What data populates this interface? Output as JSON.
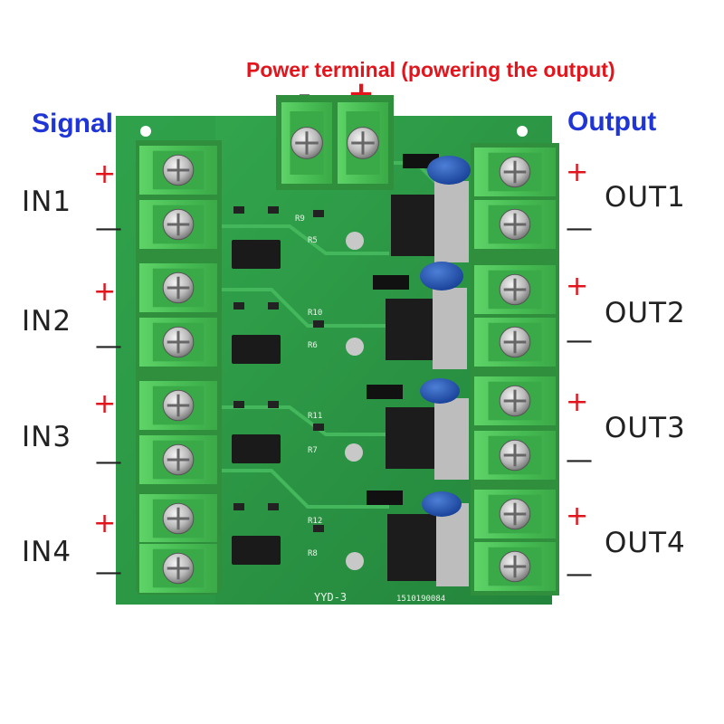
{
  "power_caption": "Power terminal (powering the output)",
  "power_minus": "-",
  "power_plus": "+",
  "signal_label": "Signal",
  "output_label": "Output",
  "inputs": [
    {
      "label": "IN1",
      "plus": "+",
      "minus": "—"
    },
    {
      "label": "IN2",
      "plus": "+",
      "minus": "—"
    },
    {
      "label": "IN3",
      "plus": "+",
      "minus": "—"
    },
    {
      "label": "IN4",
      "plus": "+",
      "minus": "—"
    }
  ],
  "outputs": [
    {
      "label": "OUT1",
      "plus": "+",
      "minus": "—"
    },
    {
      "label": "OUT2",
      "plus": "+",
      "minus": "—"
    },
    {
      "label": "OUT3",
      "plus": "+",
      "minus": "—"
    },
    {
      "label": "OUT4",
      "plus": "+",
      "minus": "—"
    }
  ],
  "board": {
    "model": "YYD-3",
    "serial": "1510190084",
    "resistor_labels": [
      "R9",
      "R5",
      "R10",
      "R6",
      "R11",
      "R7",
      "R12",
      "R8"
    ]
  },
  "colors": {
    "pcb": "#2f9f4a",
    "pcb_dark": "#1f7d37",
    "terminal": "#4fc65a",
    "terminal_dark": "#2f8f3d",
    "caption_red": "#e3151c",
    "label_blue": "#1f35d6"
  }
}
